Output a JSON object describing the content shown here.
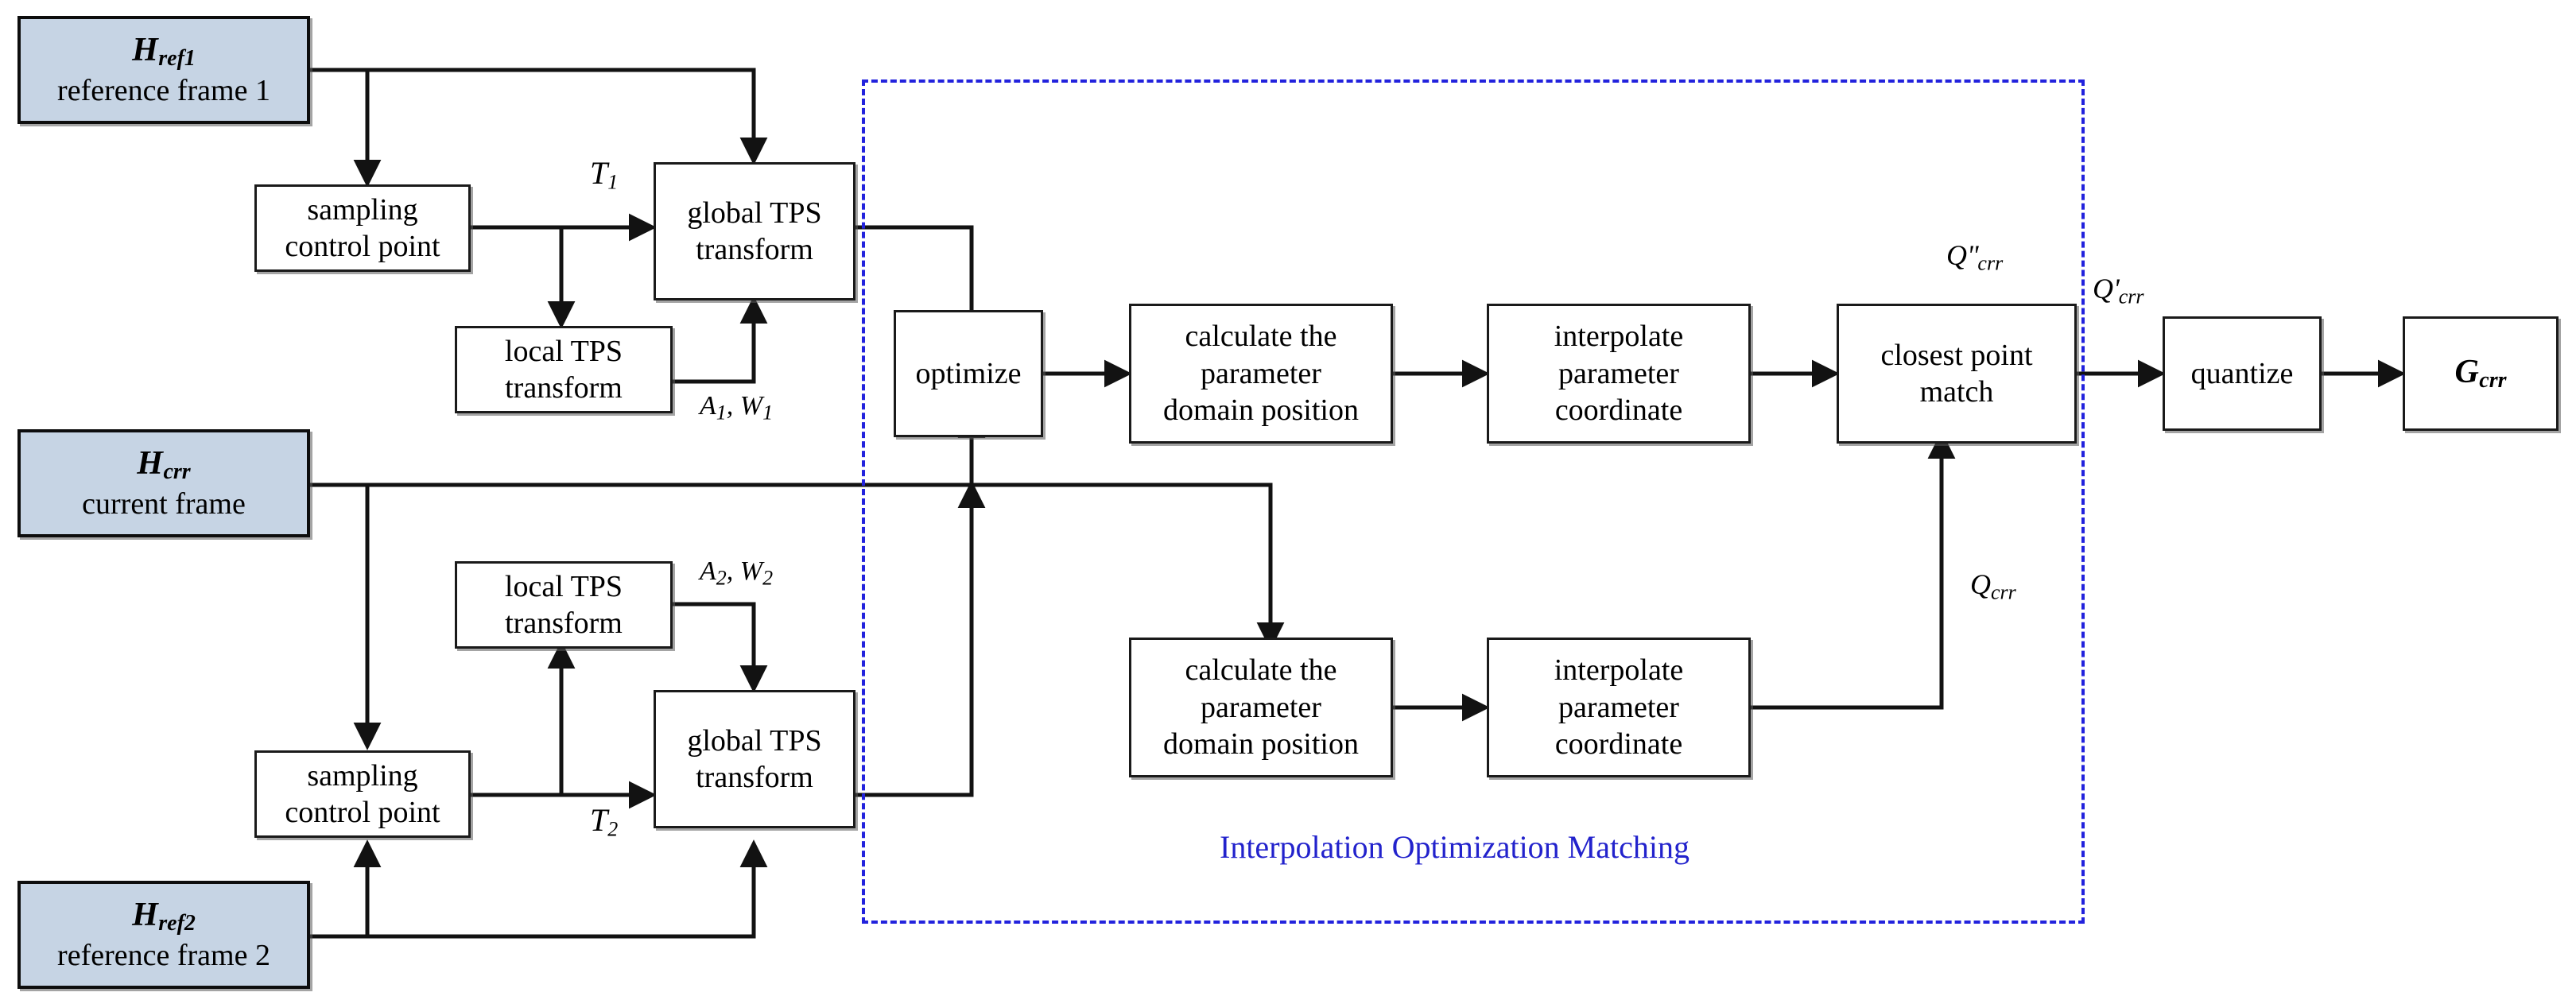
{
  "diagram": {
    "title": "Interpolation Optimization Matching pipeline",
    "accent_color": "#2222dd",
    "frame_fill": "#c6d4e4",
    "node_stroke": "#1a1a1a"
  },
  "nodes": {
    "h_ref1": {
      "symbol": "H",
      "subscript": "ref1",
      "caption": "reference frame 1"
    },
    "h_crr": {
      "symbol": "H",
      "subscript": "crr",
      "caption": "current frame"
    },
    "h_ref2": {
      "symbol": "H",
      "subscript": "ref2",
      "caption": "reference frame 2"
    },
    "sampling_top": {
      "line1": "sampling",
      "line2": "control point"
    },
    "sampling_bottom": {
      "line1": "sampling",
      "line2": "control point"
    },
    "local_tps_top": {
      "line1": "local TPS",
      "line2": "transform"
    },
    "local_tps_bottom": {
      "line1": "local TPS",
      "line2": "transform"
    },
    "global_tps_top": {
      "line1": "global TPS",
      "line2": "transform"
    },
    "global_tps_bottom": {
      "line1": "global TPS",
      "line2": "transform"
    },
    "optimize": {
      "line1": "optimize"
    },
    "calc_top": {
      "line1": "calculate the",
      "line2": "parameter",
      "line3": "domain position"
    },
    "calc_bottom": {
      "line1": "calculate the",
      "line2": "parameter",
      "line3": "domain position"
    },
    "interp_top": {
      "line1": "interpolate",
      "line2": "parameter",
      "line3": "coordinate"
    },
    "interp_bottom": {
      "line1": "interpolate",
      "line2": "parameter",
      "line3": "coordinate"
    },
    "closest_point": {
      "line1": "closest point",
      "line2": "match"
    },
    "quantize": {
      "line1": "quantize"
    },
    "g_crr": {
      "symbol": "G",
      "subscript": "crr"
    }
  },
  "edge_labels": {
    "t1": {
      "symbol": "T",
      "subscript": "1"
    },
    "t2": {
      "symbol": "T",
      "subscript": "2"
    },
    "aw1": {
      "a": "A",
      "a_sub": "1",
      "sep": ", ",
      "w": "W",
      "w_sub": "1"
    },
    "aw2": {
      "a": "A",
      "a_sub": "2",
      "sep": ", ",
      "w": "W",
      "w_sub": "2"
    },
    "q_double_prime": {
      "symbol": "Q",
      "prime": "''",
      "subscript": "crr"
    },
    "q_prime": {
      "symbol": "Q",
      "prime": "'",
      "subscript": "crr"
    },
    "q_crr": {
      "symbol": "Q",
      "prime": "",
      "subscript": "crr"
    }
  },
  "group": {
    "caption": "Interpolation Optimization Matching"
  }
}
